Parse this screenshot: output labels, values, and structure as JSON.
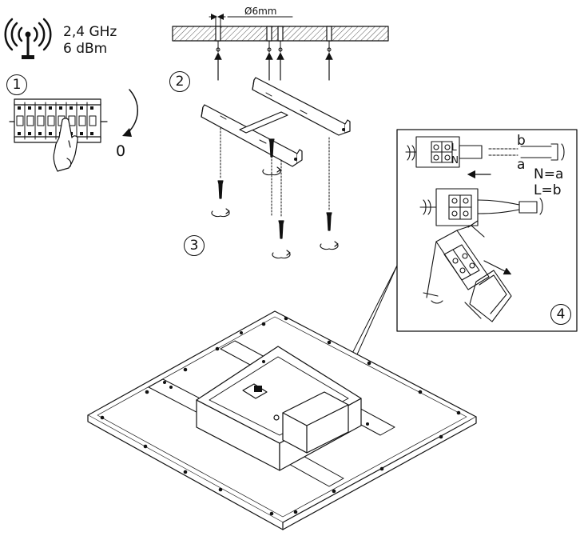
{
  "radio": {
    "icon": "antenna-icon",
    "frequency": "2,4 GHz",
    "power": "6 dBm"
  },
  "drill": {
    "diameter_label": "Ø6mm"
  },
  "steps": {
    "s1": "1",
    "s2": "2",
    "s3": "3",
    "s4": "4"
  },
  "breaker": {
    "off_label": "0"
  },
  "wiring": {
    "wire_b": "b",
    "wire_a": "a",
    "terminal_l": "L",
    "terminal_n": "N",
    "map_n": "N=a",
    "map_l": "L=b"
  },
  "colors": {
    "line": "#111111",
    "hatch": "#555555",
    "panel_fill": "#ffffff"
  }
}
